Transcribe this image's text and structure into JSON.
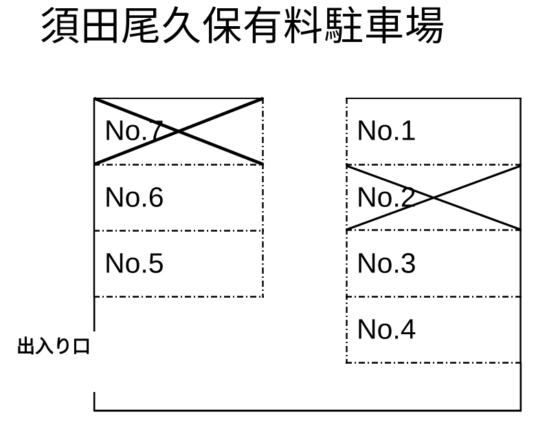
{
  "title": "須田尾久保有料駐車場",
  "entrance": {
    "label": "出入り口"
  },
  "colors": {
    "line": "#000000",
    "background": "#ffffff",
    "text": "#000000"
  },
  "lots": [
    {
      "id": "left-lot",
      "stalls": [
        {
          "label": "No.7",
          "occupied_marker": "crossed-out"
        },
        {
          "label": "No.6",
          "occupied_marker": "none"
        },
        {
          "label": "No.5",
          "occupied_marker": "none"
        }
      ]
    },
    {
      "id": "right-lot",
      "stalls": [
        {
          "label": "No.1",
          "occupied_marker": "none"
        },
        {
          "label": "No.2",
          "occupied_marker": "crossed-out"
        },
        {
          "label": "No.3",
          "occupied_marker": "none"
        },
        {
          "label": "No.4",
          "occupied_marker": "none"
        }
      ]
    }
  ]
}
